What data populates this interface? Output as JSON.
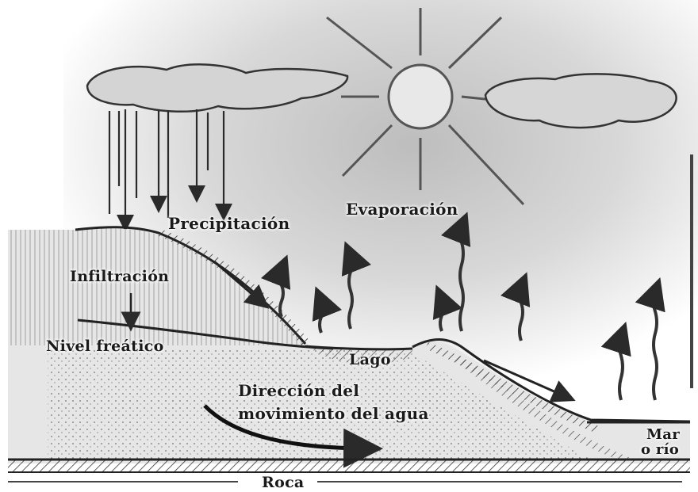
{
  "labels": {
    "precipitation": "Precipitación",
    "evaporation": "Evaporación",
    "infiltration": "Infiltración",
    "water_table": "Nivel freático",
    "lake": "Lago",
    "flow_direction_line1": "Dirección del",
    "flow_direction_line2": "movimiento del agua",
    "sea": "Mar",
    "or_river": "o río",
    "rock": "Roca"
  },
  "colors": {
    "ink": "#1a1a1a",
    "cloud_fill": "#d9d9d9",
    "sky_shadow": "#b5b5b5",
    "ground_fill": "#e2e2e2",
    "soil_dots": "#555555"
  },
  "icons": [
    "sun-icon",
    "cloud-icon",
    "rain-arrow-icon",
    "evaporation-arrow-icon",
    "flow-arrow-icon"
  ]
}
